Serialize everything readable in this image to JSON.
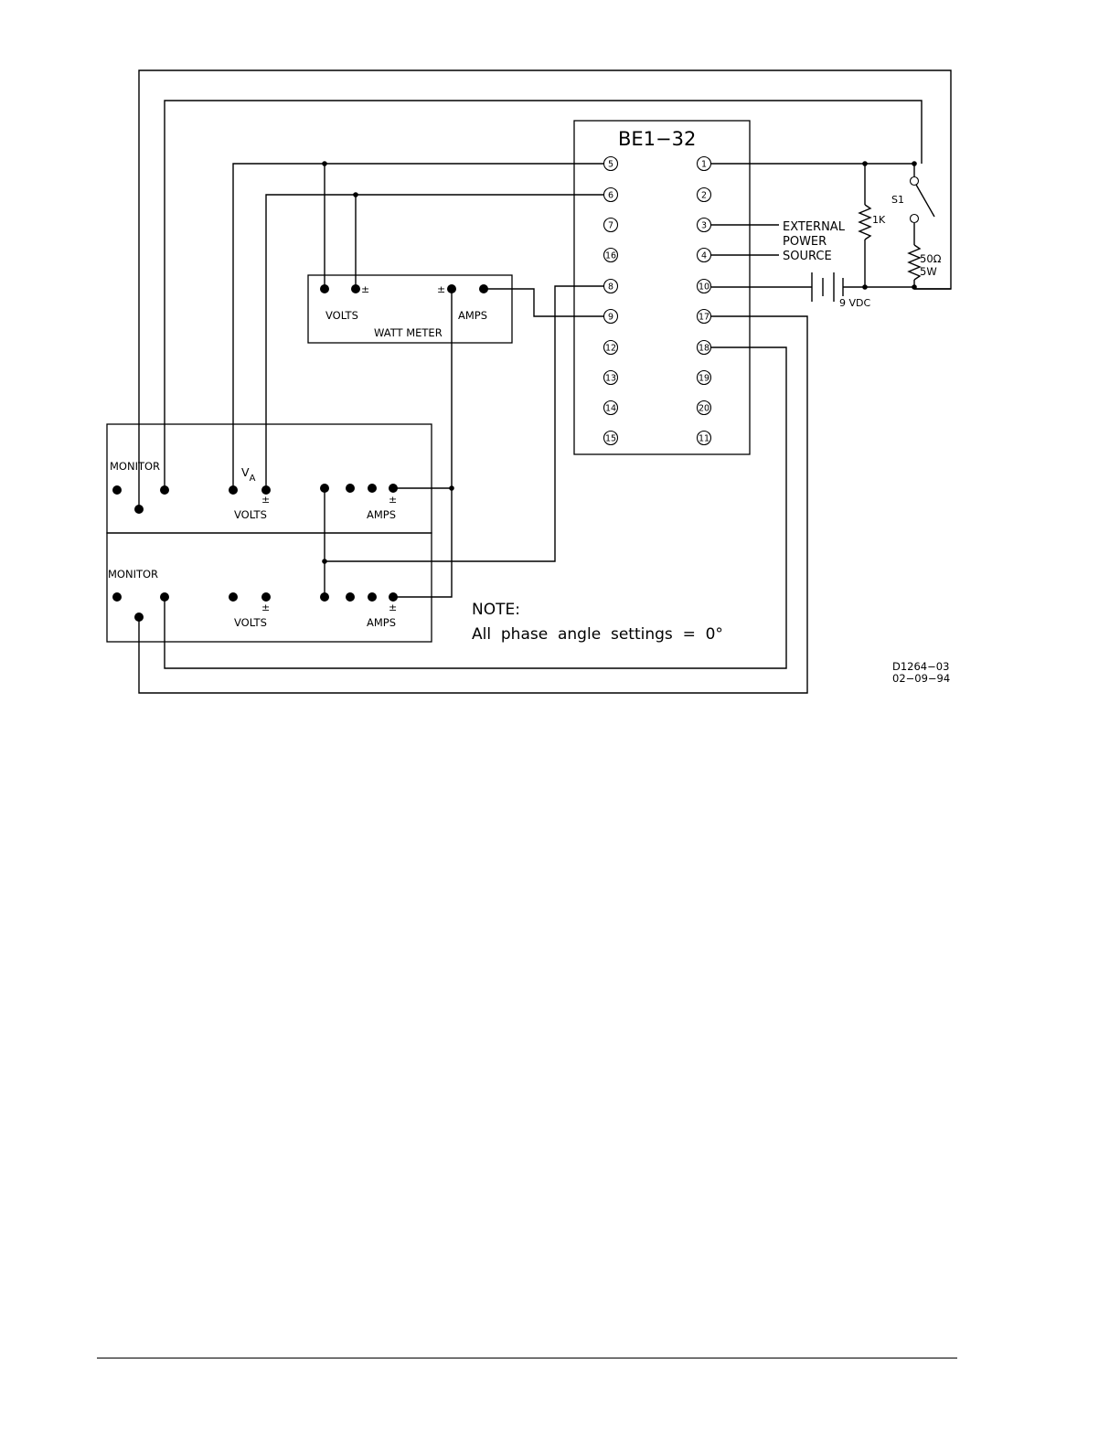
{
  "relay": {
    "title": "BE1−32",
    "left_terminals": [
      "5",
      "6",
      "7",
      "16",
      "8",
      "9",
      "12",
      "13",
      "14",
      "15"
    ],
    "right_terminals": [
      "1",
      "2",
      "3",
      "4",
      "10",
      "17",
      "18",
      "19",
      "20",
      "11"
    ]
  },
  "external_power": {
    "line1": "EXTERNAL",
    "line2": "POWER",
    "line3": "SOURCE"
  },
  "resistor_1k": "1K",
  "switch_label": "S1",
  "resistor_50": {
    "line1": "50Ω",
    "line2": "5W"
  },
  "battery": "9  VDC",
  "watt_meter": {
    "title": "WATT METER",
    "volts": "VOLTS",
    "amps": "AMPS",
    "pm": "±"
  },
  "source_top": {
    "monitor": "MONITOR",
    "va": "V",
    "va_sub": "A",
    "volts": "VOLTS",
    "amps": "AMPS",
    "pm": "±"
  },
  "source_bottom": {
    "monitor": "MONITOR",
    "volts": "VOLTS",
    "amps": "AMPS",
    "pm": "±"
  },
  "note": {
    "title": "NOTE:",
    "text": "All  phase  angle  settings  =  0°"
  },
  "drawing_id": {
    "number": "D1264−03",
    "date": "02−09−94"
  }
}
